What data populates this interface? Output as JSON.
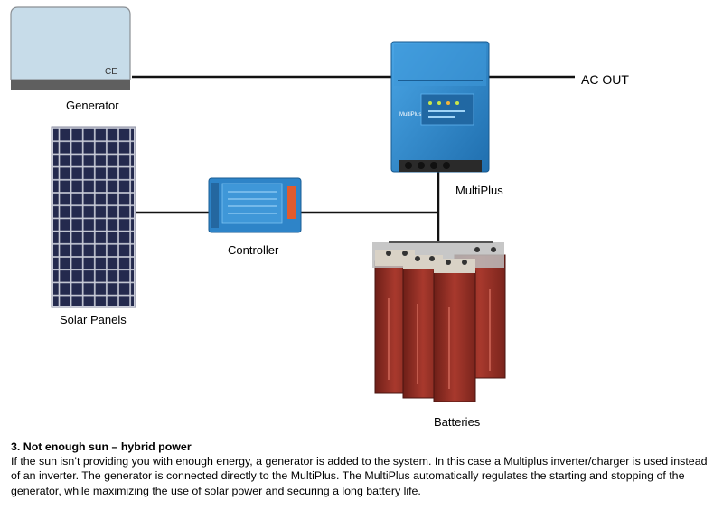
{
  "labels": {
    "generator": "Generator",
    "generator_mark": "CE",
    "ac_out": "AC OUT",
    "multiplus": "MultiPlus",
    "multiplus_brand": "MultiPlus",
    "controller": "Controller",
    "solar_panels": "Solar Panels",
    "batteries": "Batteries"
  },
  "caption": {
    "title": "3. Not enough sun – hybrid power",
    "text": "If the sun isn’t providing you with enough energy, a generator is added to the system. In this case a Multiplus inverter/charger is used instead of an inverter. The generator is connected directly to the MultiPlus. The MultiPlus automatically regulates the starting and stopping of the generator, while maximizing the use of solar power and securing a long battery life."
  },
  "colors": {
    "line": "#111111",
    "victron_blue": "#2a7fc4",
    "generator_body": "#c7dce9",
    "generator_base": "#5f5f5f",
    "panel_cell": "#23284a",
    "battery_red": "#8f2b22"
  }
}
